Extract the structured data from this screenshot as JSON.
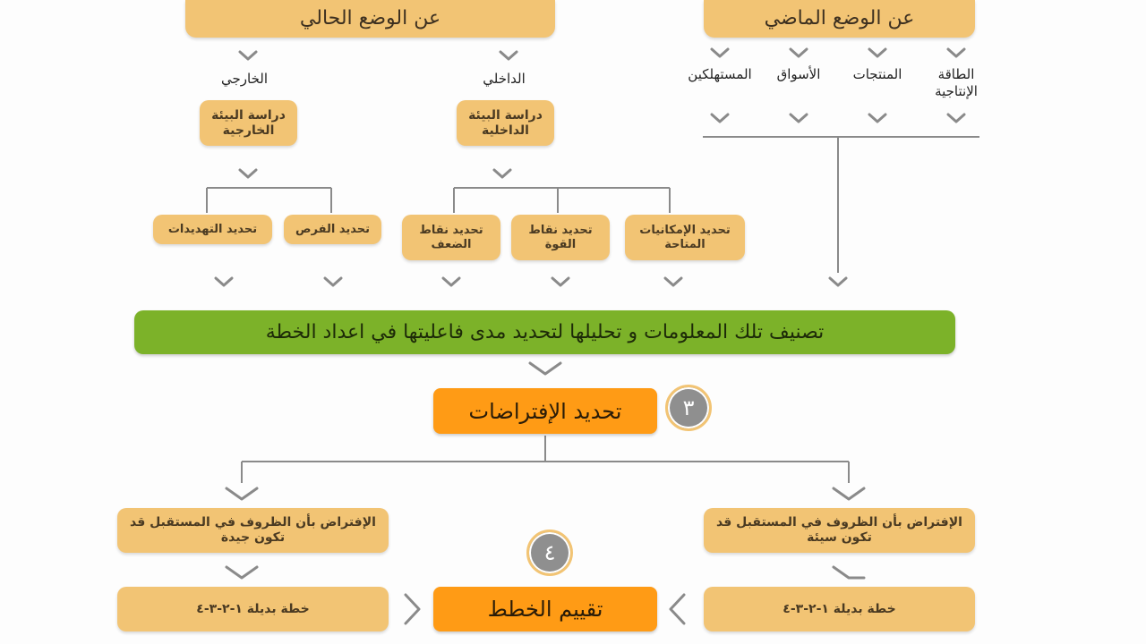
{
  "past": {
    "title": "عن الوضع الماضي",
    "items": [
      "الطاقة الإنتاجية",
      "المنتجات",
      "الأسواق",
      "المستهلكين"
    ]
  },
  "present": {
    "title": "عن الوضع الحالي",
    "internal": {
      "label": "الداخلي",
      "study": "دراسة البيئة الداخلية",
      "items": [
        "تحديد الإمكانيات المتاحة",
        "تحديد نقاط القوة",
        "تحديد نقاط الضعف"
      ]
    },
    "external": {
      "label": "الخارجي",
      "study": "دراسة البيئة الخارجية",
      "items": [
        "تحديد الفرص",
        "تحديد التهديدات"
      ]
    }
  },
  "classify": "تصنيف تلك المعلومات و تحليلها لتحديد مدى فاعليتها في اعداد الخطة",
  "assumptions": {
    "badge": "٣",
    "title": "تحديد الإفتراضات"
  },
  "bad": {
    "assumption": "الإفتراض بأن الظروف في المستقبل قد تكون سيئة",
    "plan": "خطة بديلة ١-٢-٣-٤"
  },
  "good": {
    "assumption": "الإفتراض بأن الظروف في المستقبل قد تكون جيدة",
    "plan": "خطة بديلة ١-٢-٣-٤"
  },
  "evaluate": {
    "badge": "٤",
    "title": "تقييم الخطط"
  },
  "colors": {
    "tan": "#f2c474",
    "green": "#7cb229",
    "orange": "#ff9b15",
    "line": "#8a8a8a",
    "badge": "#8f8f8f"
  }
}
